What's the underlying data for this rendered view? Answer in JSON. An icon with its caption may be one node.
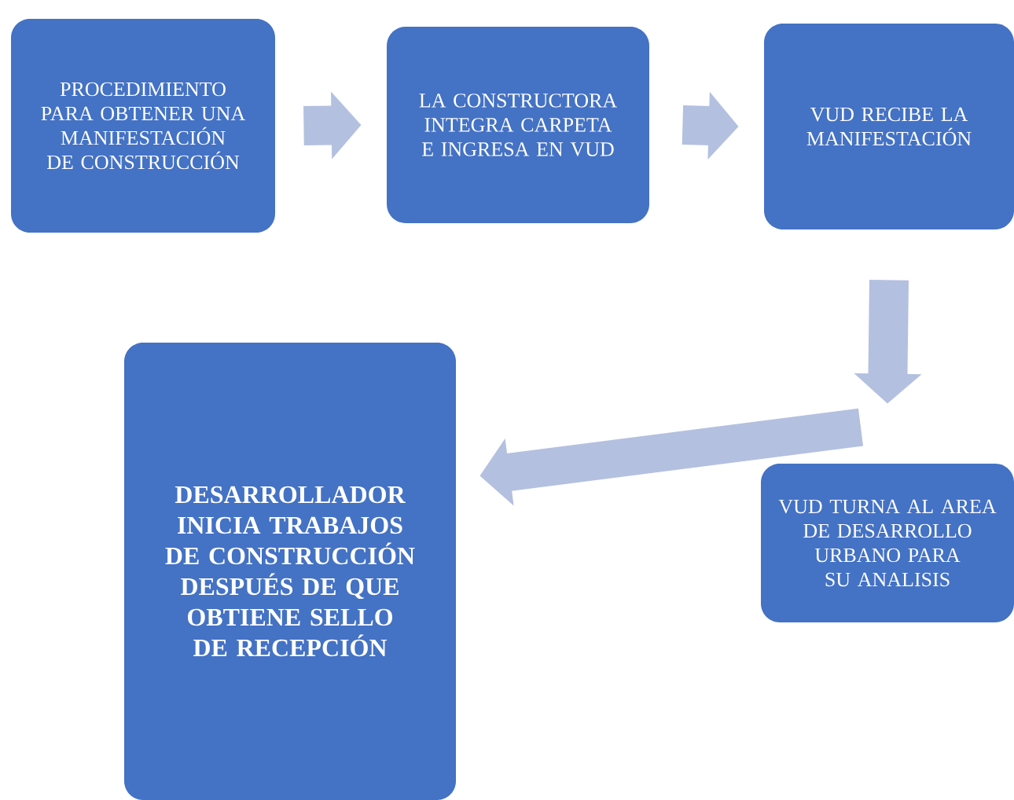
{
  "diagram": {
    "nodes": [
      {
        "text": [
          "PROCEDIMIENTO PARA OBTENER UNA MANIFESTACIÓN DE CONSTRUCCIÓN"
        ]
      },
      {
        "text": [
          "LA CONSTRUCTORA INTEGRA CARPETA E INGRESA EN VUD"
        ]
      },
      {
        "text": [
          "VUD RECIBE LA MANIFESTACIÓN"
        ]
      },
      {
        "text": [
          "VUD TURNA AL AREA DE DESARROLLO URBANO PARA SU ANALISIS"
        ]
      },
      {
        "text": [
          "DESARROLLADOR INICIA TRABAJOS DE CONSTRUCCIÓN DESPUÉS DE QUE OBTIENE SELLO DE RECEPCIÓN"
        ]
      }
    ],
    "edges": [
      {
        "from": 0,
        "to": 1,
        "arrow": "to"
      },
      {
        "from": 1,
        "to": 2,
        "arrow": "to"
      },
      {
        "from": 2,
        "to": 3,
        "arrow": "to"
      },
      {
        "from": 3,
        "to": 4,
        "arrow": "to"
      }
    ]
  }
}
